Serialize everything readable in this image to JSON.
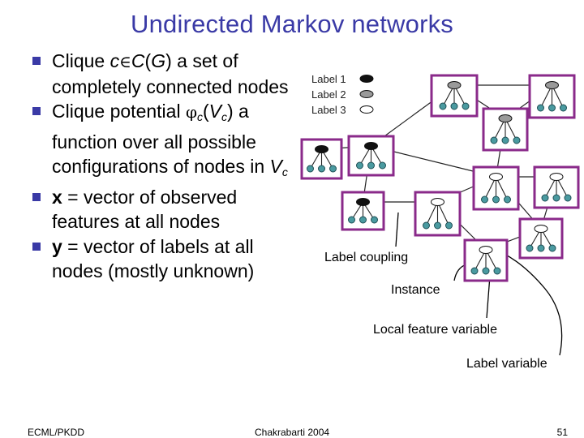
{
  "slide": {
    "title": "Undirected Markov networks",
    "bullets": [
      {
        "parts": [
          {
            "t": "Clique "
          },
          {
            "t": "c",
            "cls": "it"
          },
          {
            "t": "∈",
            "cls": "sym"
          },
          {
            "t": "C",
            "cls": "it"
          },
          {
            "t": "("
          },
          {
            "t": "G",
            "cls": "it"
          },
          {
            "t": ") a set of completely connected nodes"
          }
        ]
      },
      {
        "parts": [
          {
            "t": "Clique potential "
          },
          {
            "t": "φ",
            "cls": "sym"
          },
          {
            "t": "c",
            "cls": "sub"
          },
          {
            "t": "("
          },
          {
            "t": "V",
            "cls": "it"
          },
          {
            "t": "c",
            "cls": "sub"
          },
          {
            "t": ") a function over all possible configurations of nodes in "
          },
          {
            "t": "V",
            "cls": "it"
          },
          {
            "t": "c",
            "cls": "sub"
          }
        ]
      },
      {
        "parts": [
          {
            "t": "x",
            "cls": "b"
          },
          {
            "t": " = vector of observed features at all nodes"
          }
        ]
      },
      {
        "parts": [
          {
            "t": "y",
            "cls": "b"
          },
          {
            "t": " = vector of labels at all nodes (mostly unknown)"
          }
        ]
      }
    ],
    "legend": [
      {
        "label": "Label 1",
        "fill": "#111111"
      },
      {
        "label": "Label 2",
        "fill": "#9a9a9a"
      },
      {
        "label": "Label 3",
        "fill": "#ffffff"
      }
    ],
    "annotations": {
      "label_coupling": "Label coupling",
      "instance": "Instance",
      "local_feature_variable": "Local feature variable",
      "label_variable": "Label variable"
    },
    "footer": {
      "left": "ECML/PKDD",
      "center": "Chakrabarti 2004",
      "right": "51"
    },
    "colors": {
      "title": "#3a3aa6",
      "instance_border": "#8a2a8a",
      "feature_node": "#4a9aa0"
    }
  }
}
